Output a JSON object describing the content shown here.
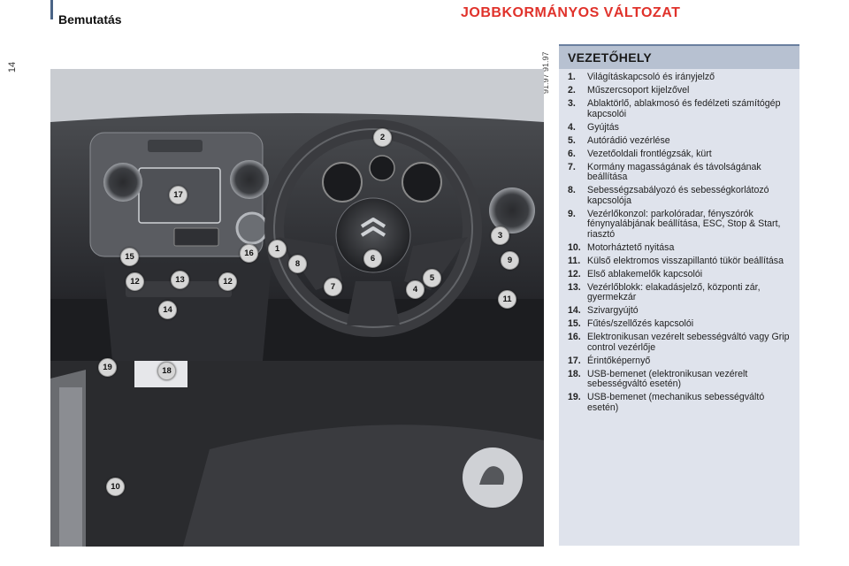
{
  "header": {
    "section": "Bemutatás",
    "page_number": "14",
    "title": "JOBBKORMÁNYOS VÁLTOZAT",
    "ref_code": "91.97 91.97"
  },
  "panel": {
    "title": "VEZETŐHELY",
    "items": [
      {
        "num": "1.",
        "text": "Világításkapcsoló és irányjelző"
      },
      {
        "num": "2.",
        "text": "Műszercsoport kijelzővel"
      },
      {
        "num": "3.",
        "text": "Ablaktörlő, ablakmosó és fedélzeti számítógép kapcsolói"
      },
      {
        "num": "4.",
        "text": "Gyújtás"
      },
      {
        "num": "5.",
        "text": "Autórádió vezérlése"
      },
      {
        "num": "6.",
        "text": "Vezetőoldali frontlégzsák, kürt"
      },
      {
        "num": "7.",
        "text": "Kormány magasságának és távolságának beállítása"
      },
      {
        "num": "8.",
        "text": "Sebességzsabályozó és sebességkorlátozó kapcsolója"
      },
      {
        "num": "9.",
        "text": "Vezérlőkonzol: parkolóradar, fényszórók fénynyalábjának beállítása, ESC, Stop & Start, riasztó"
      },
      {
        "num": "10.",
        "text": "Motorháztető nyitása"
      },
      {
        "num": "11.",
        "text": "Külső elektromos visszapillantó tükör beállítása"
      },
      {
        "num": "12.",
        "text": "Első ablakemelők kapcsolói"
      },
      {
        "num": "13.",
        "text": "Vezérlőblokk: elakadásjelző, központi zár, gyermekzár"
      },
      {
        "num": "14.",
        "text": "Szivargyújtó"
      },
      {
        "num": "15.",
        "text": "Fűtés/szellőzés kapcsolói"
      },
      {
        "num": "16.",
        "text": "Elektronikusan vezérelt sebességváltó vagy Grip control vezérlője"
      },
      {
        "num": "17.",
        "text": "Érintőképernyő"
      },
      {
        "num": "18.",
        "text": "USB-bemenet (elektronikusan vezérelt sebességváltó esetén)"
      },
      {
        "num": "19.",
        "text": "USB-bemenet (mechanikus sebességváltó esetén)"
      }
    ]
  },
  "callouts": {
    "c1": "1",
    "c2": "2",
    "c3": "3",
    "c4": "4",
    "c5": "5",
    "c6": "6",
    "c7": "7",
    "c8": "8",
    "c9": "9",
    "c10": "10",
    "c11": "11",
    "c12a": "12",
    "c12b": "12",
    "c13": "13",
    "c14": "14",
    "c15": "15",
    "c16": "16",
    "c17": "17",
    "c18": "18",
    "c19": "19"
  },
  "colors": {
    "accent_title": "#e0322b",
    "panel_bg": "#dfe3ec",
    "panel_header": "#b7c1d1"
  }
}
